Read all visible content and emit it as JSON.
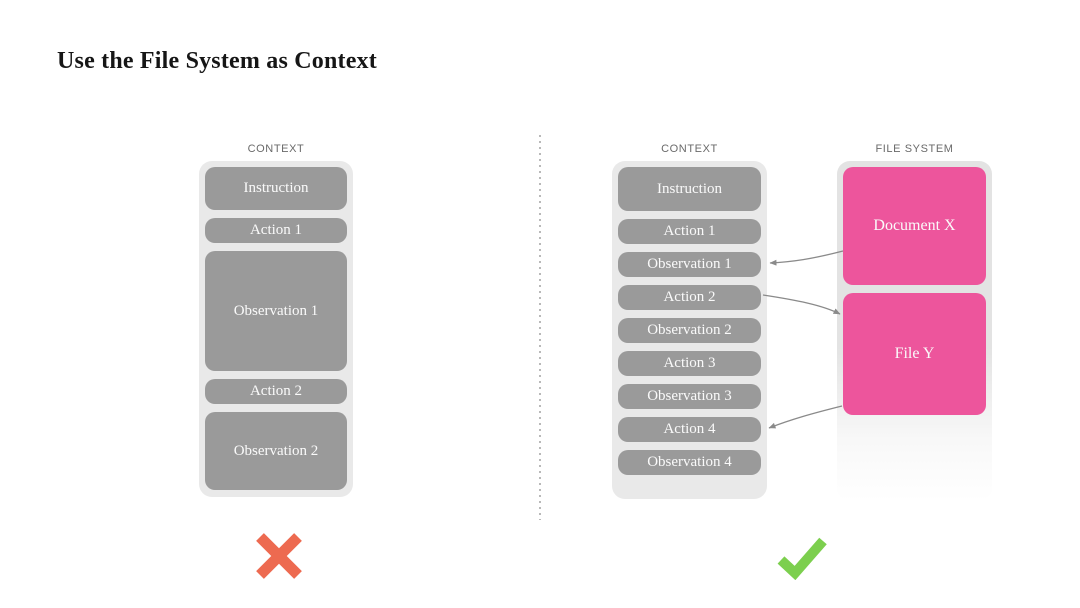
{
  "title": "Use the File System as Context",
  "left_panel": {
    "label": "CONTEXT",
    "blocks": [
      {
        "label": "Instruction"
      },
      {
        "label": "Action 1"
      },
      {
        "label": "Observation 1"
      },
      {
        "label": "Action 2"
      },
      {
        "label": "Observation 2"
      }
    ],
    "verdict": "cross"
  },
  "right_panel": {
    "context": {
      "label": "CONTEXT",
      "blocks": [
        {
          "label": "Instruction"
        },
        {
          "label": "Action 1"
        },
        {
          "label": "Observation 1"
        },
        {
          "label": "Action 2"
        },
        {
          "label": "Observation 2"
        },
        {
          "label": "Action 3"
        },
        {
          "label": "Observation 3"
        },
        {
          "label": "Action 4"
        },
        {
          "label": "Observation 4"
        }
      ]
    },
    "file_system": {
      "label": "FILE SYSTEM",
      "blocks": [
        {
          "label": "Document X"
        },
        {
          "label": "File Y"
        }
      ]
    },
    "arrows": [
      {
        "from": "Document X",
        "to": "Observation 1"
      },
      {
        "from": "Action 2",
        "to": "File Y"
      },
      {
        "from": "File Y",
        "to": "Action 4"
      }
    ],
    "verdict": "check"
  },
  "colors": {
    "block_gray": "#9a9a9a",
    "container_gray": "#e9e9e9",
    "pink": "#ed559c",
    "cross_red": "#ed6a50",
    "check_green": "#7ccf4e",
    "arrow_gray": "#8a8a8a",
    "divider_gray": "#b9b9b9"
  }
}
